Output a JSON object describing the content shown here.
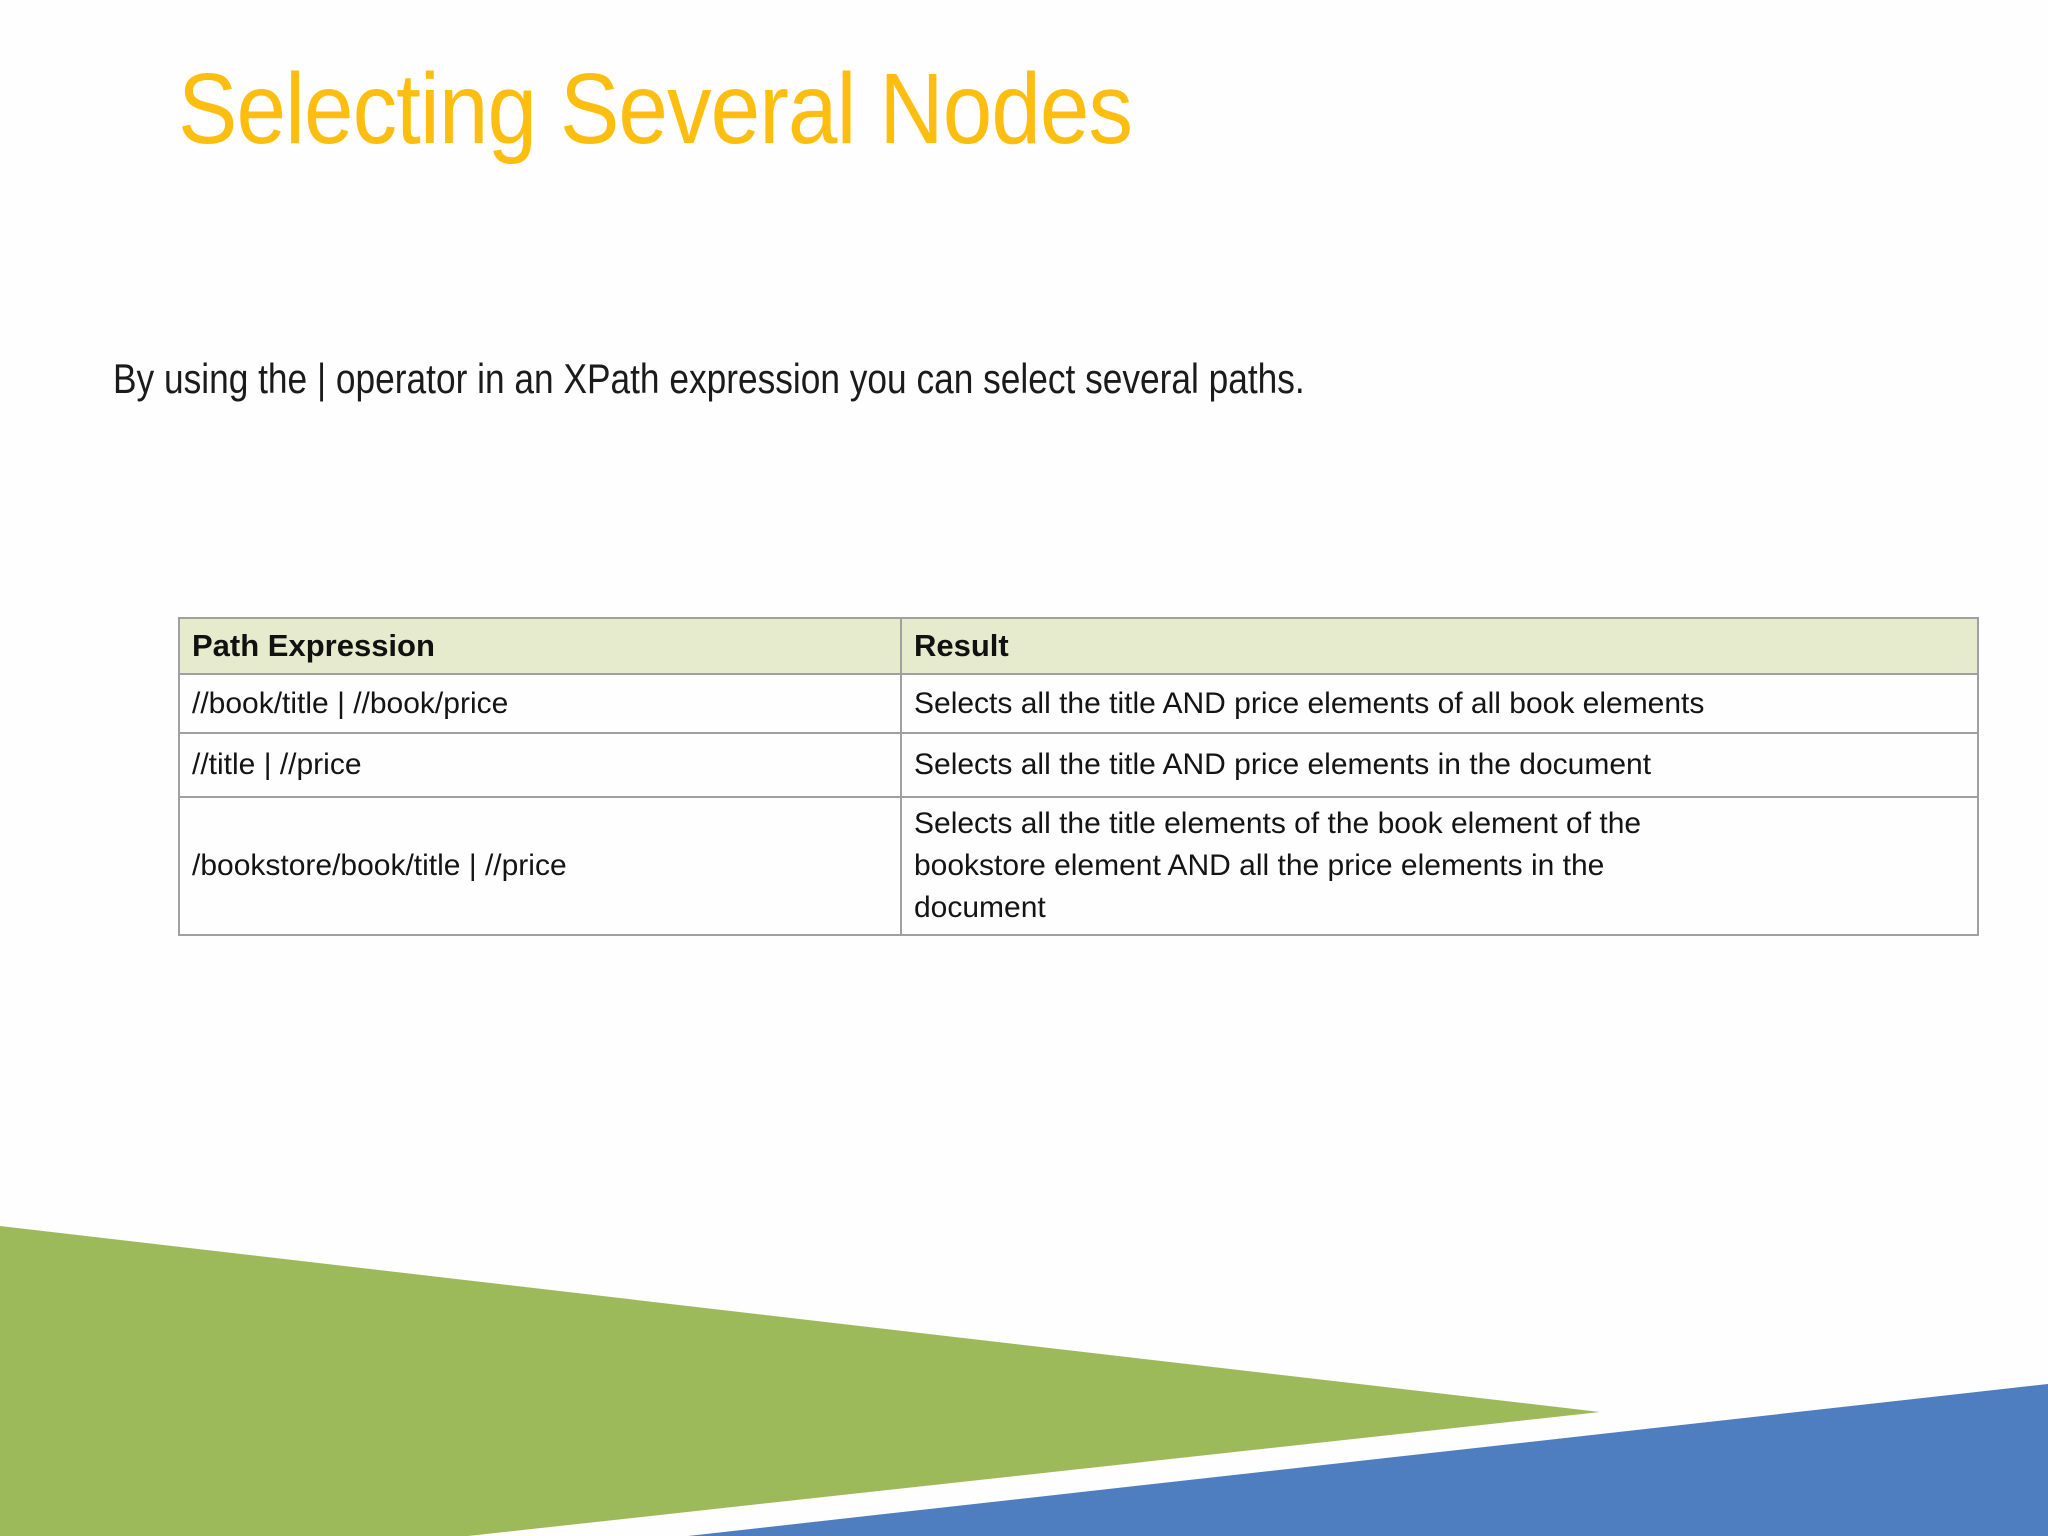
{
  "slide": {
    "title": "Selecting Several Nodes",
    "intro": "By using the | operator in an XPath expression you can select several paths."
  },
  "table": {
    "columns": [
      "Path Expression",
      "Result"
    ],
    "rows": [
      {
        "path": "//book/title | //book/price",
        "result": "Selects all the title AND price elements of all book elements"
      },
      {
        "path": "//title | //price",
        "result": "Selects all the title AND price elements in the document"
      },
      {
        "path": "/bookstore/book/title | //price",
        "result": "Selects all the title elements of the book element of the\nbookstore element AND all the price elements in the\ndocument"
      }
    ]
  },
  "colors": {
    "title_gold": "#FEBE10",
    "triangle_green": "#9DBA5B",
    "triangle_blue": "#4E7EC0",
    "table_header_bg": "#E6EBCE",
    "table_border": "#A0A0A0",
    "body_text": "#1B1B1B"
  }
}
